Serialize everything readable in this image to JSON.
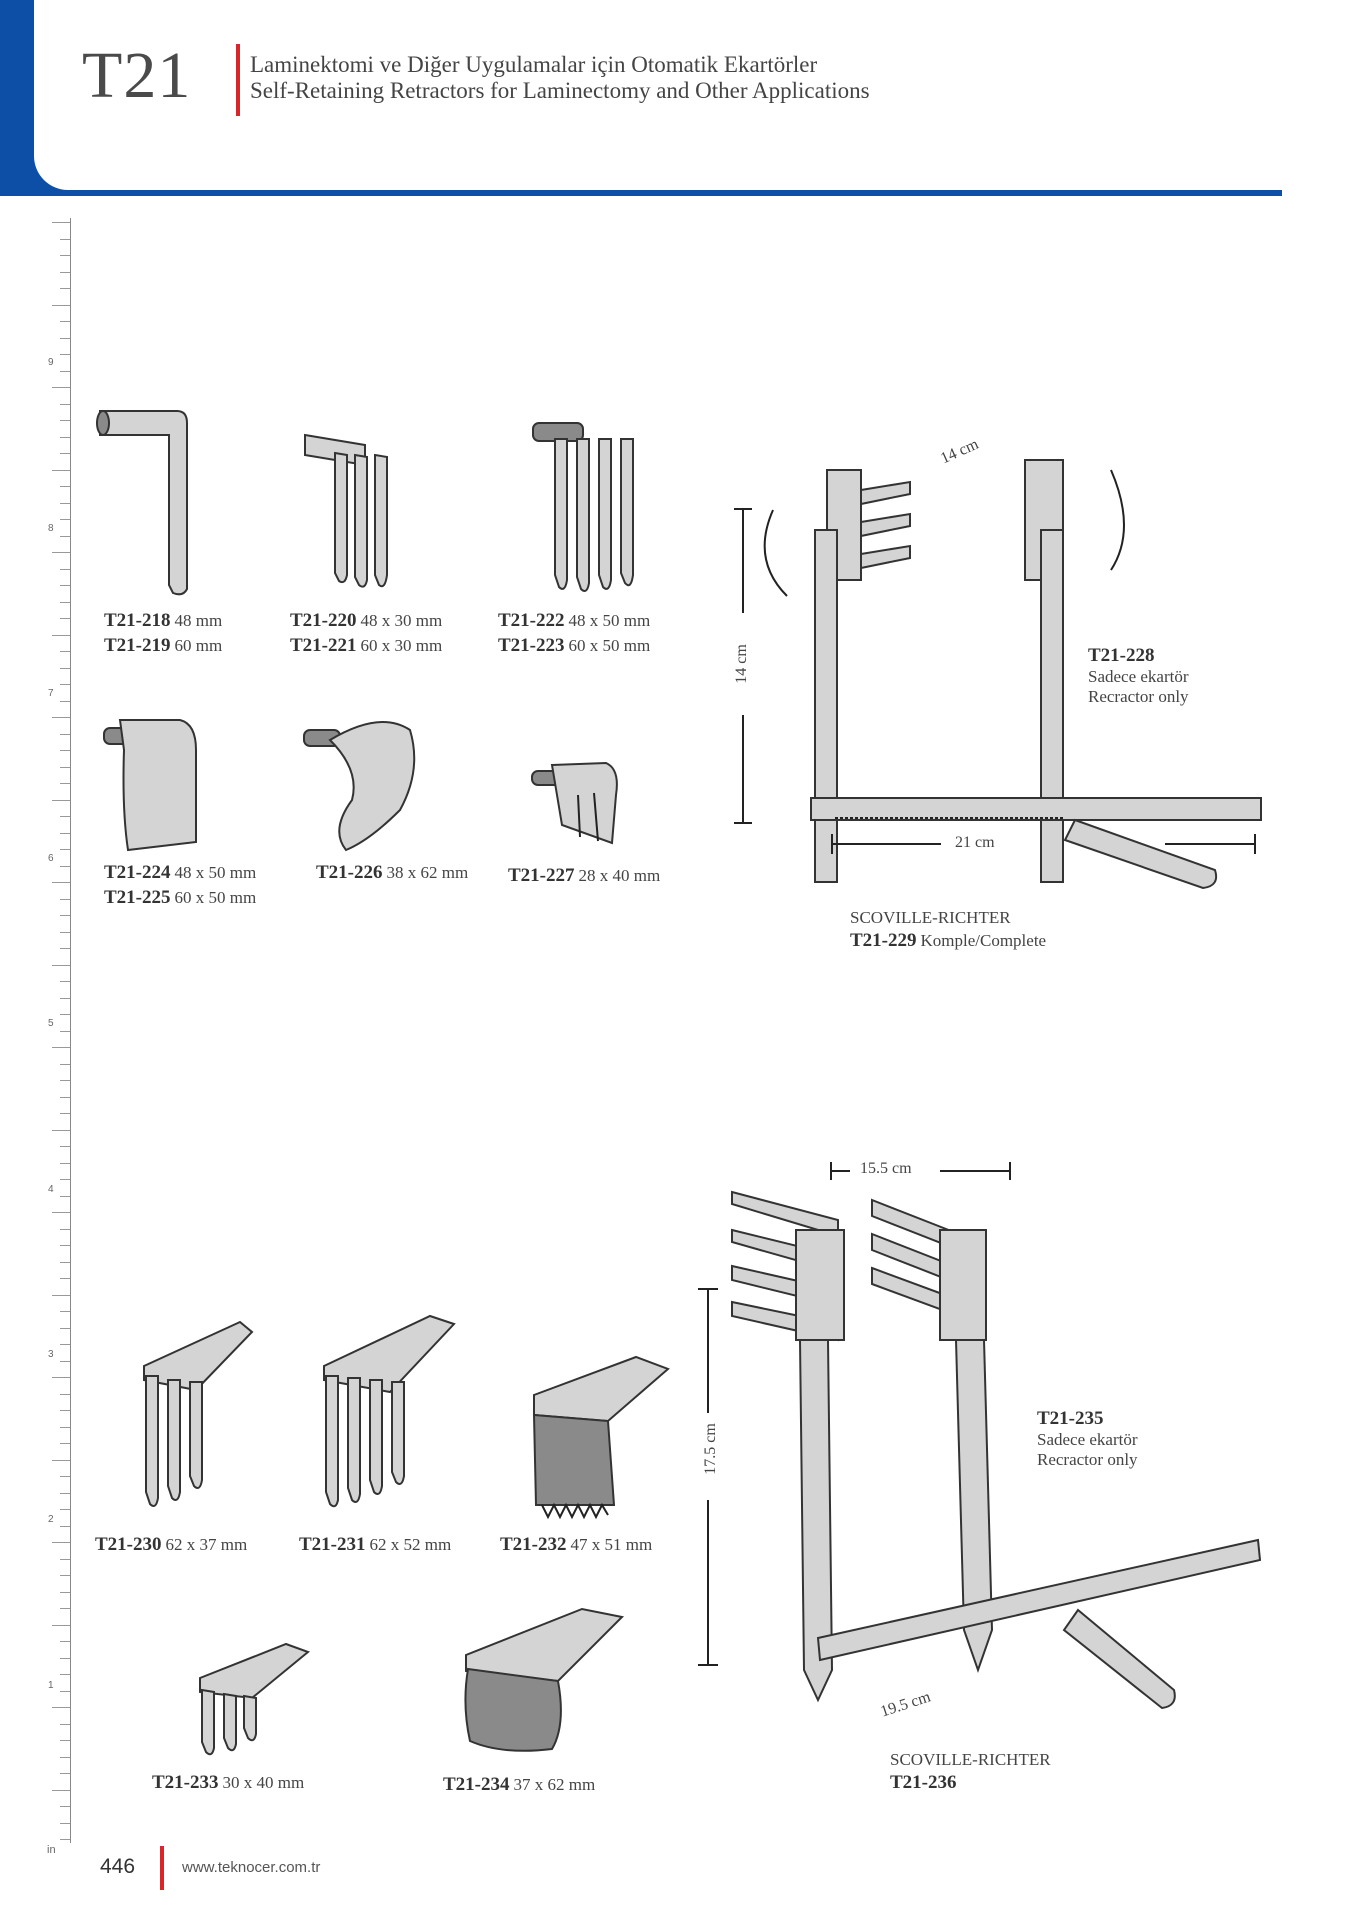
{
  "header": {
    "code": "T21",
    "title_tr": "Laminektomi ve Diğer Uygulamalar için Otomatik Ekartörler",
    "title_en": "Self-Retaining Retractors for Laminectomy and Other Applications"
  },
  "ruler": {
    "numbers": [
      "9",
      "8",
      "7",
      "6",
      "5",
      "4",
      "3",
      "2",
      "1"
    ],
    "unit": "in"
  },
  "products": {
    "p218": {
      "code": "T21-218",
      "dim": "48 mm"
    },
    "p219": {
      "code": "T21-219",
      "dim": "60 mm"
    },
    "p220": {
      "code": "T21-220",
      "dim": "48 x 30 mm"
    },
    "p221": {
      "code": "T21-221",
      "dim": "60 x 30 mm"
    },
    "p222": {
      "code": "T21-222",
      "dim": "48 x 50 mm"
    },
    "p223": {
      "code": "T21-223",
      "dim": "60 x 50 mm"
    },
    "p224": {
      "code": "T21-224",
      "dim": "48 x 50 mm"
    },
    "p225": {
      "code": "T21-225",
      "dim": "60 x 50 mm"
    },
    "p226": {
      "code": "T21-226",
      "dim": "38 x 62 mm"
    },
    "p227": {
      "code": "T21-227",
      "dim": "28 x 40 mm"
    },
    "p230": {
      "code": "T21-230",
      "dim": "62 x 37 mm"
    },
    "p231": {
      "code": "T21-231",
      "dim": "62 x 52 mm"
    },
    "p232": {
      "code": "T21-232",
      "dim": "47 x 51 mm"
    },
    "p233": {
      "code": "T21-233",
      "dim": "30 x 40 mm"
    },
    "p234": {
      "code": "T21-234",
      "dim": "37 x 62 mm"
    }
  },
  "retractor1": {
    "width_label": "14 cm",
    "height_label": "14 cm",
    "bar_label": "21 cm",
    "blade_code": "T21-228",
    "blade_tr": "Sadece ekartör",
    "blade_en": "Recractor only",
    "brand": "SCOVILLE-RICHTER",
    "complete_code": "T21-229",
    "complete_text": "Komple/Complete"
  },
  "retractor2": {
    "width_label": "15.5 cm",
    "height_label": "17.5 cm",
    "bar_label": "19.5 cm",
    "blade_code": "T21-235",
    "blade_tr": "Sadece ekartör",
    "blade_en": "Recractor only",
    "brand": "SCOVILLE-RICHTER",
    "complete_code": "T21-236"
  },
  "footer": {
    "page": "446",
    "url": "www.teknocer.com.tr"
  }
}
